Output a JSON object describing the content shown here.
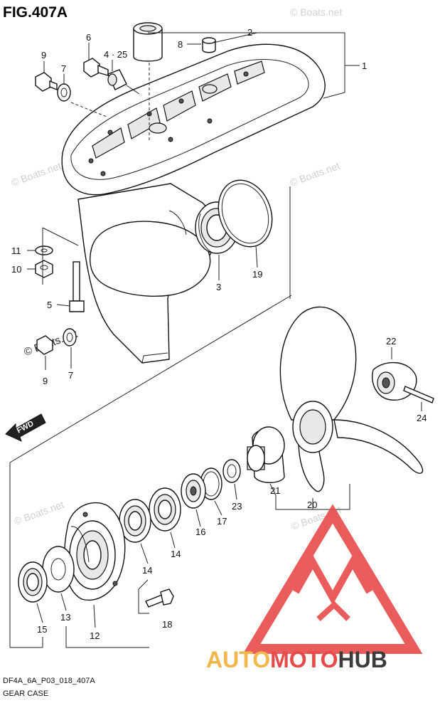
{
  "figure": {
    "title": "FIG.407A",
    "code": "DF4A_6A_P03_018_407A",
    "caption": "GEAR CASE"
  },
  "watermark": {
    "text": "© Boats.net",
    "repeated_text": "© Boats.net"
  },
  "direction_arrow": {
    "label": "FWD"
  },
  "callouts": [
    {
      "id": "1",
      "label": "1"
    },
    {
      "id": "2",
      "label": "2"
    },
    {
      "id": "3",
      "label": "3"
    },
    {
      "id": "4-25",
      "label": "4 · 25"
    },
    {
      "id": "5",
      "label": "5"
    },
    {
      "id": "6",
      "label": "6"
    },
    {
      "id": "7a",
      "label": "7"
    },
    {
      "id": "7b",
      "label": "7"
    },
    {
      "id": "8",
      "label": "8"
    },
    {
      "id": "9a",
      "label": "9"
    },
    {
      "id": "9b",
      "label": "9"
    },
    {
      "id": "10",
      "label": "10"
    },
    {
      "id": "11",
      "label": "11"
    },
    {
      "id": "12",
      "label": "12"
    },
    {
      "id": "13",
      "label": "13"
    },
    {
      "id": "14a",
      "label": "14"
    },
    {
      "id": "14b",
      "label": "14"
    },
    {
      "id": "15",
      "label": "15"
    },
    {
      "id": "16",
      "label": "16"
    },
    {
      "id": "17",
      "label": "17"
    },
    {
      "id": "18",
      "label": "18"
    },
    {
      "id": "19",
      "label": "19"
    },
    {
      "id": "20",
      "label": "20"
    },
    {
      "id": "21",
      "label": "21"
    },
    {
      "id": "22",
      "label": "22"
    },
    {
      "id": "23",
      "label": "23"
    },
    {
      "id": "24",
      "label": "24"
    }
  ],
  "logo": {
    "part1": "AUTO",
    "part2": "MOTO",
    "part3": "HUB",
    "colors": {
      "auto": "#f3b64a",
      "moto": "#e84a4a",
      "hub": "#3b3b3b",
      "mark": "#e84a4a"
    }
  }
}
